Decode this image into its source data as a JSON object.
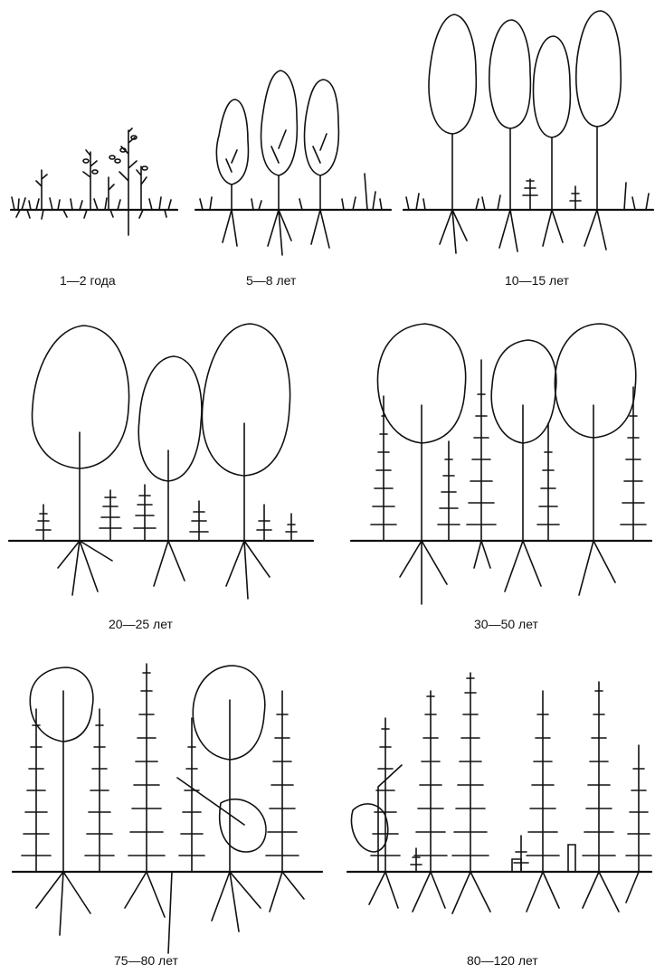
{
  "figure": {
    "panels": [
      {
        "id": "p1",
        "caption": "1—2 года",
        "birch": "seedling",
        "spruce": "none"
      },
      {
        "id": "p2",
        "caption": "5—8 лет",
        "birch": "young",
        "spruce": "none"
      },
      {
        "id": "p3",
        "caption": "10—15 лет",
        "birch": "pole",
        "spruce": "seedling"
      },
      {
        "id": "p4",
        "caption": "20—25 лет",
        "birch": "mature",
        "spruce": "small"
      },
      {
        "id": "p5",
        "caption": "30—50 лет",
        "birch": "mature",
        "spruce": "medium"
      },
      {
        "id": "p6",
        "caption": "75—80 лет",
        "birch": "remnant",
        "spruce": "large"
      },
      {
        "id": "p7",
        "caption": "80—120 лет",
        "birch": "fallen",
        "spruce": "dominant"
      }
    ],
    "colors": {
      "ink": "#111111",
      "paper": "#ffffff"
    }
  }
}
